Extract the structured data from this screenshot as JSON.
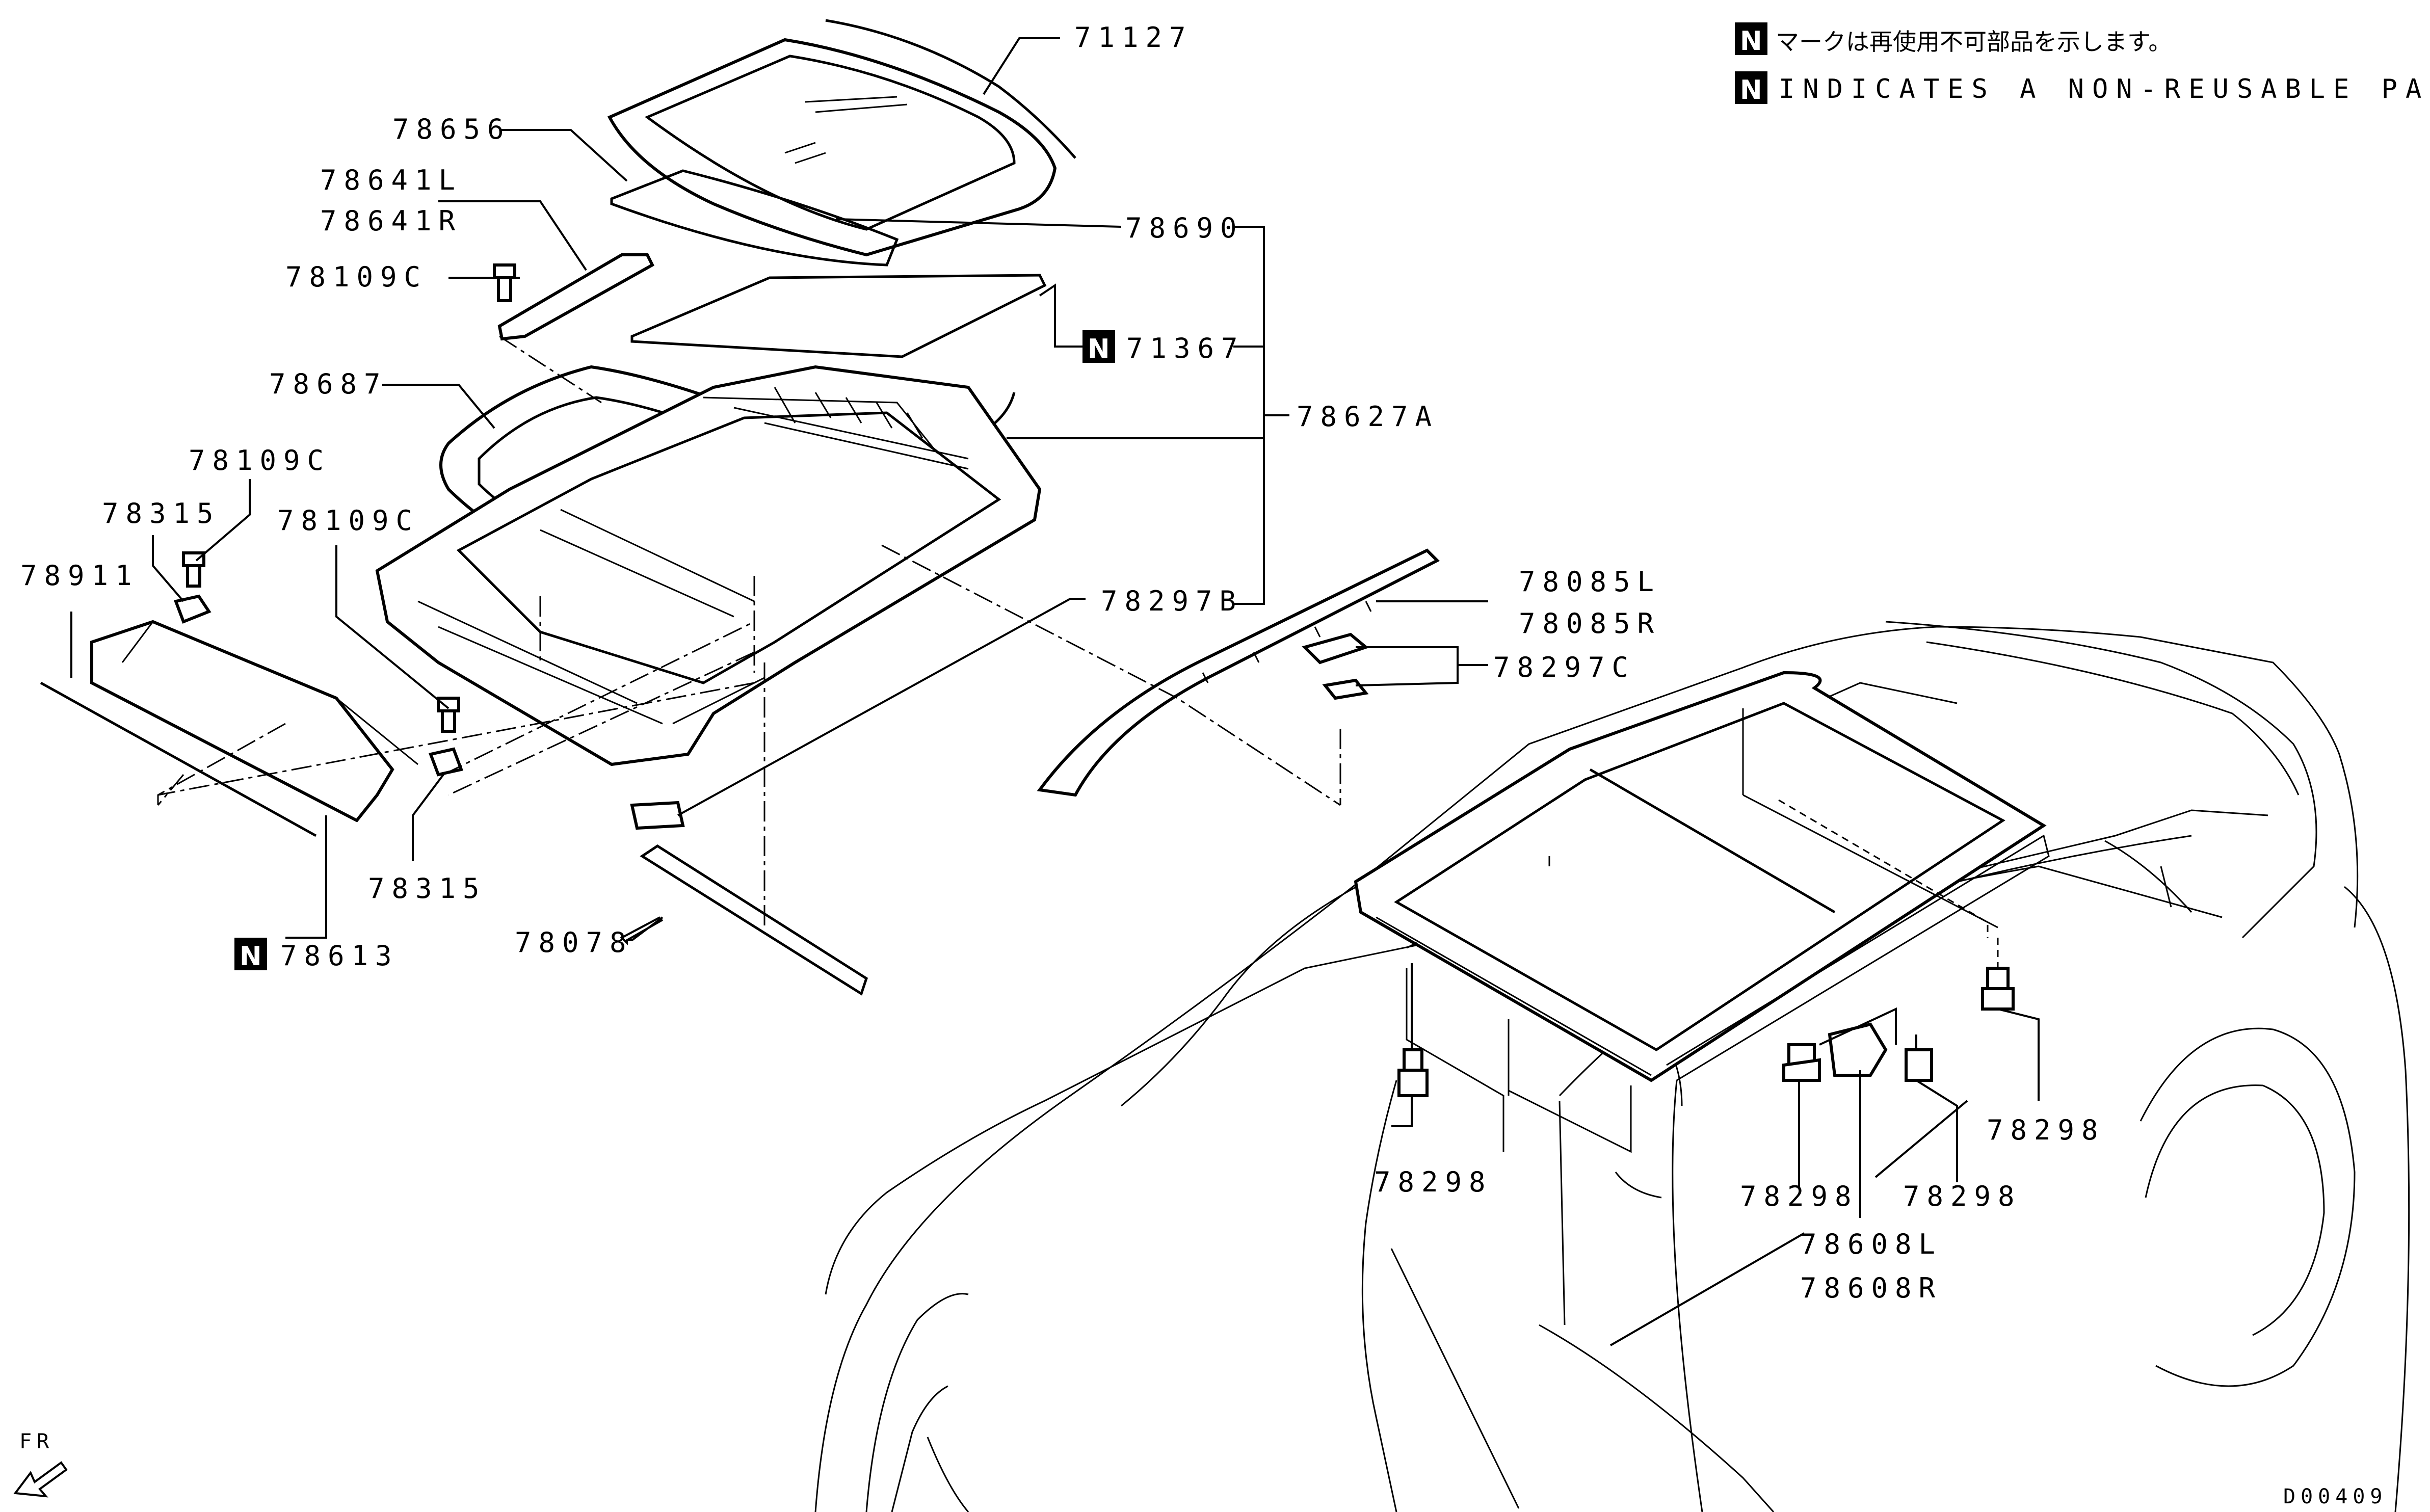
{
  "legend": {
    "badge": "N",
    "japanese": "マークは再使用不可部品を示します。",
    "english": "INDICATES A NON-REUSABLE PART."
  },
  "labels": {
    "p71127": "71127",
    "p78656": "78656",
    "p78641L": "78641L",
    "p78641R": "78641R",
    "p78109C_a": "78109C",
    "p78690": "78690",
    "p71367": "71367",
    "p78627A": "78627A",
    "p78687": "78687",
    "p78109C_b": "78109C",
    "p78315_a": "78315",
    "p78109C_c": "78109C",
    "p78911": "78911",
    "p78297B": "78297B",
    "p78085L": "78085L",
    "p78085R": "78085R",
    "p78297C": "78297C",
    "p78315_b": "78315",
    "p78613": "78613",
    "p78078": "78078",
    "p78298_a": "78298",
    "p78298_b": "78298",
    "p78298_c": "78298",
    "p78298_d": "78298",
    "p78608L": "78608L",
    "p78608R": "78608R"
  },
  "front": "FR",
  "diagram_code": "D00409"
}
